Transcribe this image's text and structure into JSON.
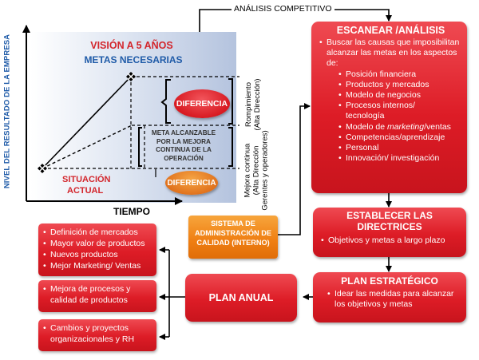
{
  "colors": {
    "accent_red": "#dd1c26",
    "accent_orange": "#f07d10",
    "title_blue": "#1f5ba8",
    "label_red": "#d3262c"
  },
  "chart": {
    "y_axis_label": "NIVEL DEL RESULTADO DE LA EMPRESA",
    "x_axis_label": "TIEMPO",
    "vision": "VISIÓN A 5 AÑOS",
    "metas": "METAS NECESARIAS",
    "situacion_line1": "SITUACIÓN",
    "situacion_line2": "ACTUAL",
    "meta_alcanzable": [
      "META ALCANZABLE",
      "POR LA MEJORA",
      "CONTINUA DE LA",
      "OPERACIÓN"
    ],
    "diferencia_top": "DIFERENCIA",
    "diferencia_bottom": "DIFERENCIA",
    "rompimiento": [
      "Rompimiento",
      "(Alta Dirección)"
    ],
    "mejora_continua": [
      "Mejora continua",
      "(Alta Dirección",
      "Gerentes y operadores)"
    ]
  },
  "analisis_competitivo": "ANÁLISIS COMPETITIVO",
  "escanear": {
    "title": "ESCANEAR /ANÁLISIS",
    "intro": "Buscar las causas que imposibilitan alcanzar las metas en los aspectos de:",
    "items": [
      "Posición financiera",
      "Productos y mercados",
      "Modelo de negocios",
      "Procesos internos/ tecnología",
      "Modelo de marketing/ventas",
      "Competencias/aprendizaje",
      "Personal",
      "Innovación/ investigación"
    ]
  },
  "establecer": {
    "title_line1": "ESTABLECER LAS",
    "title_line2": "DIRECTRICES",
    "item": "Objetivos y metas a largo plazo"
  },
  "plan_estrategico": {
    "title": "PLAN ESTRATÉGICO",
    "item": "Idear las medidas para alcanzar los objetivos y metas"
  },
  "plan_anual": {
    "title": "PLAN ANUAL"
  },
  "sistema": {
    "line1": "SISTEMA DE",
    "line2": "ADMINISTRACIÓN DE",
    "line3": "CALIDAD (INTERNO)"
  },
  "left_boxes": {
    "box1": [
      "Definición de mercados",
      "Mayor valor de productos",
      "Nuevos productos",
      "Mejor Marketing/ Ventas"
    ],
    "box2": "Mejora de procesos y calidad de productos",
    "box3": "Cambios y proyectos organizacionales y RH"
  }
}
